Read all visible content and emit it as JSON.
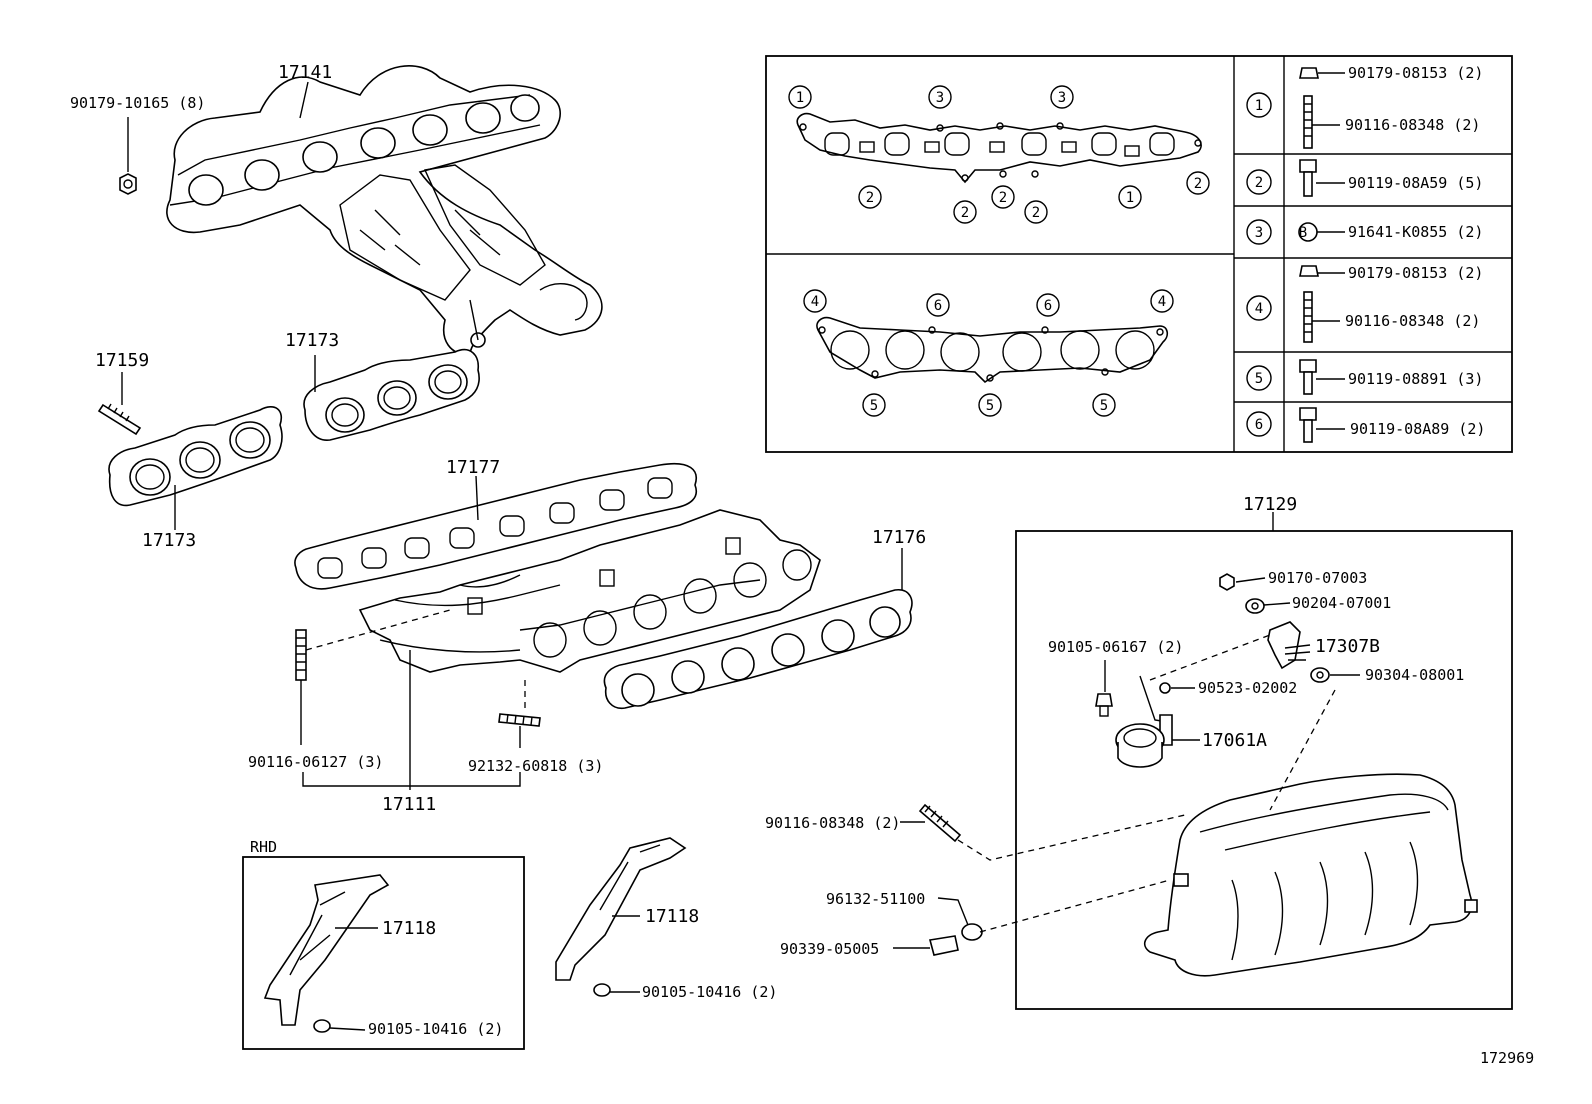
{
  "labels": {
    "exhaust_manifold": "17141",
    "exhaust_nut": "90179-10165 (8)",
    "stud_left": "17159",
    "gasket_upper": "17173",
    "gasket_lower": "17173",
    "intake_gasket_top": "17177",
    "intake_gasket_right": "17176",
    "intake_manifold": "17111",
    "stud_90116": "90116-06127 (3)",
    "stud_92132": "92132-60818 (3)",
    "rhd_title": "RHD",
    "rhd_stay": "17118",
    "rhd_bolt": "90105-10416 (2)",
    "stay": "17118",
    "stay_bolt": "90105-10416 (2)",
    "plenum_group": "17129",
    "nut_90170": "90170-07003",
    "washer_90204": "90204-07001",
    "bracket_17307b": "17307B",
    "bolt_90105_06167": "90105-06167 (2)",
    "clip_90523": "90523-02002",
    "washer_90304": "90304-08001",
    "actuator": "17061A",
    "stud_90116_08348": "90116-08348 (2)",
    "clamp_96132": "96132-51100",
    "hose_90339": "90339-05005",
    "drawing_no": "172969"
  },
  "order_diagram": {
    "top_numbers": [
      "1",
      "3",
      "3",
      "2",
      "2",
      "2",
      "2",
      "1",
      "2"
    ],
    "bottom_numbers": [
      "4",
      "6",
      "6",
      "4",
      "5",
      "5",
      "5"
    ]
  },
  "legend": [
    {
      "key": "1",
      "parts": [
        "90179-08153 (2)",
        "90116-08348 (2)"
      ]
    },
    {
      "key": "2",
      "parts": [
        "90119-08A59 (5)"
      ]
    },
    {
      "key": "3",
      "parts": [
        "91641-K0855 (2)"
      ]
    },
    {
      "key": "4",
      "parts": [
        "90179-08153 (2)",
        "90116-08348 (2)"
      ]
    },
    {
      "key": "5",
      "parts": [
        "90119-08891 (3)"
      ]
    },
    {
      "key": "6",
      "parts": [
        "90119-08A89 (2)"
      ]
    }
  ],
  "legend_symbol_b": "B"
}
